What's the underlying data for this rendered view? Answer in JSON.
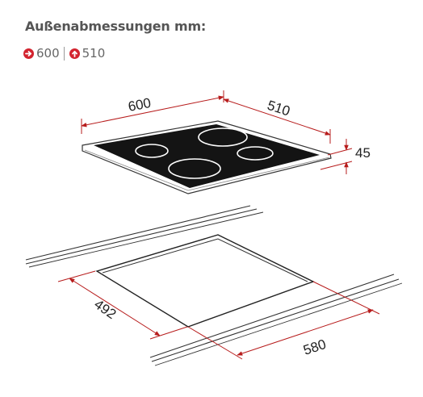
{
  "heading": "Außenabmessungen mm:",
  "summary": {
    "width_value": "600",
    "width_icon": "arrow-right-icon",
    "depth_value": "510",
    "depth_icon": "arrow-up-icon",
    "icon_color": "#d3242f"
  },
  "diagram": {
    "hob_width_label": "600",
    "hob_depth_label": "510",
    "hob_height_label": "45",
    "cutout_depth_label": "492",
    "cutout_width_label": "580",
    "dimension_line_color": "#b71c1c",
    "hob_surface_color": "#141414"
  }
}
